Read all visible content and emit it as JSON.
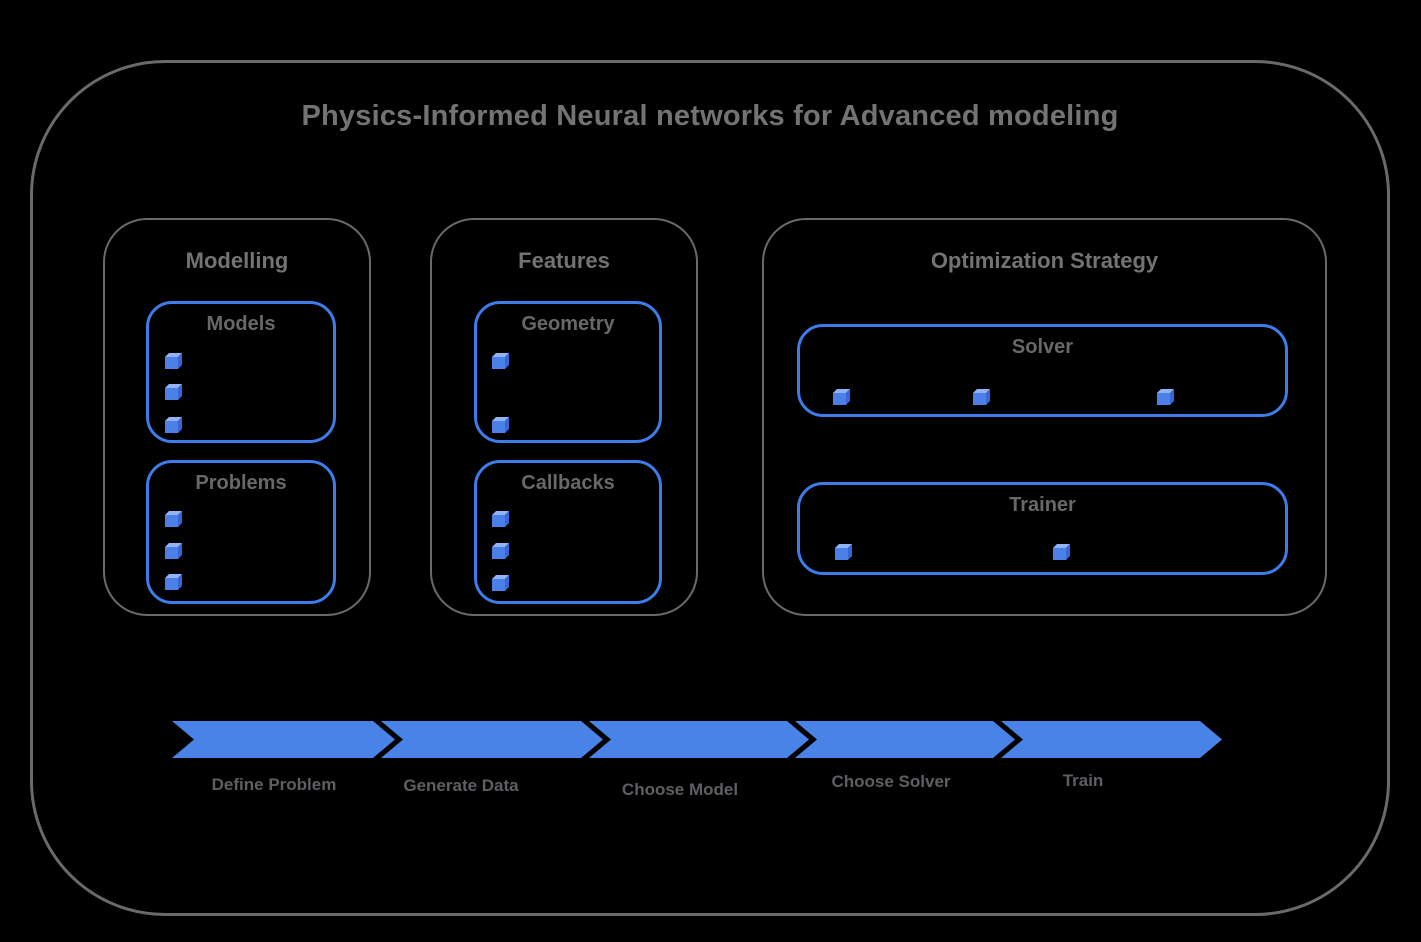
{
  "title": "Physics-Informed Neural networks for Advanced modeling",
  "sections": [
    {
      "heading": "Modelling",
      "boxes": [
        {
          "title": "Models",
          "bullet_count": 3,
          "bullet_icon": "cube-icon"
        },
        {
          "title": "Problems",
          "bullet_count": 3,
          "bullet_icon": "cube-icon"
        }
      ]
    },
    {
      "heading": "Features",
      "boxes": [
        {
          "title": "Geometry",
          "bullet_count": 2,
          "bullet_icon": "cube-icon"
        },
        {
          "title": "Callbacks",
          "bullet_count": 3,
          "bullet_icon": "cube-icon"
        }
      ]
    },
    {
      "heading": "Optimization Strategy",
      "boxes": [
        {
          "title": "Solver",
          "bullet_count": 3,
          "bullet_icon": "cube-icon"
        },
        {
          "title": "Trainer",
          "bullet_count": 2,
          "bullet_icon": "cube-icon"
        }
      ]
    }
  ],
  "pipeline": {
    "steps": [
      "Define Problem",
      "Generate Data",
      "Choose Model",
      "Choose Solver",
      "Train"
    ]
  },
  "colors": {
    "background": "#000000",
    "outline_gray": "#6a6a6a",
    "border_blue": "#3e7cea",
    "arrow_blue": "#4a83e8",
    "cube_front": "#4c80e8",
    "cube_top": "#8fb3f4",
    "cube_side": "#3568d4",
    "text_gray": "#66686a"
  }
}
